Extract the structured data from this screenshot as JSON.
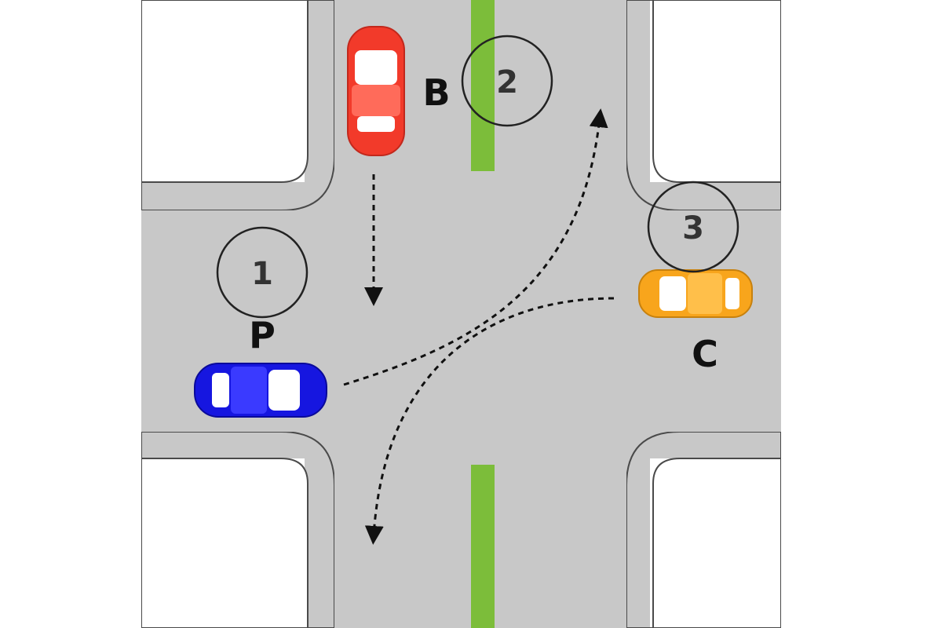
{
  "diagram": {
    "colors": {
      "road": "#c8c8c8",
      "curb": "#ffffff",
      "curb_outline": "#4a4a4a",
      "median": "#7cbd3a",
      "path": "#111111"
    },
    "cars": [
      {
        "id": "P",
        "label": "P",
        "color": "#1616e0",
        "heading": "east"
      },
      {
        "id": "B",
        "label": "B",
        "color": "#f23a2a",
        "heading": "south"
      },
      {
        "id": "C",
        "label": "C",
        "color": "#f8a51c",
        "heading": "west"
      }
    ],
    "markers": [
      {
        "id": "1",
        "label": "1"
      },
      {
        "id": "2",
        "label": "2"
      },
      {
        "id": "3",
        "label": "3"
      }
    ]
  }
}
